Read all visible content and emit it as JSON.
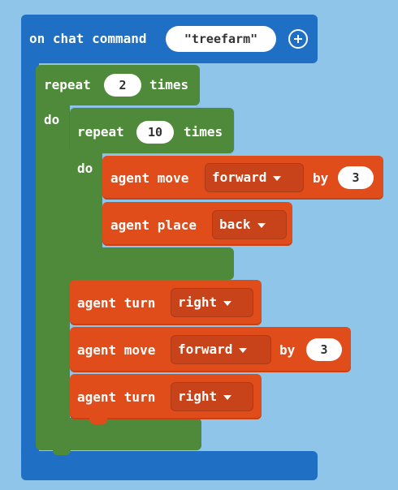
{
  "colors": {
    "workspace": "#8ec5e8",
    "events": "#1f6fc4",
    "loops": "#4e8a3a",
    "agent": "#e04c1a"
  },
  "event_block": {
    "label": "on chat command",
    "command_value": "\"treefarm\"",
    "add_icon": "plus-circle-icon"
  },
  "outer_repeat": {
    "repeat_label": "repeat",
    "count": "2",
    "times_label": "times",
    "do_label": "do"
  },
  "inner_repeat": {
    "repeat_label": "repeat",
    "count": "10",
    "times_label": "times",
    "do_label": "do"
  },
  "inner_blocks": [
    {
      "text": "agent move",
      "dropdown": "forward",
      "by_label": "by",
      "value": "3"
    },
    {
      "text": "agent place",
      "dropdown": "back"
    }
  ],
  "outer_blocks": [
    {
      "text": "agent turn",
      "dropdown": "right"
    },
    {
      "text": "agent move",
      "dropdown": "forward",
      "by_label": "by",
      "value": "3"
    },
    {
      "text": "agent turn",
      "dropdown": "right"
    }
  ]
}
